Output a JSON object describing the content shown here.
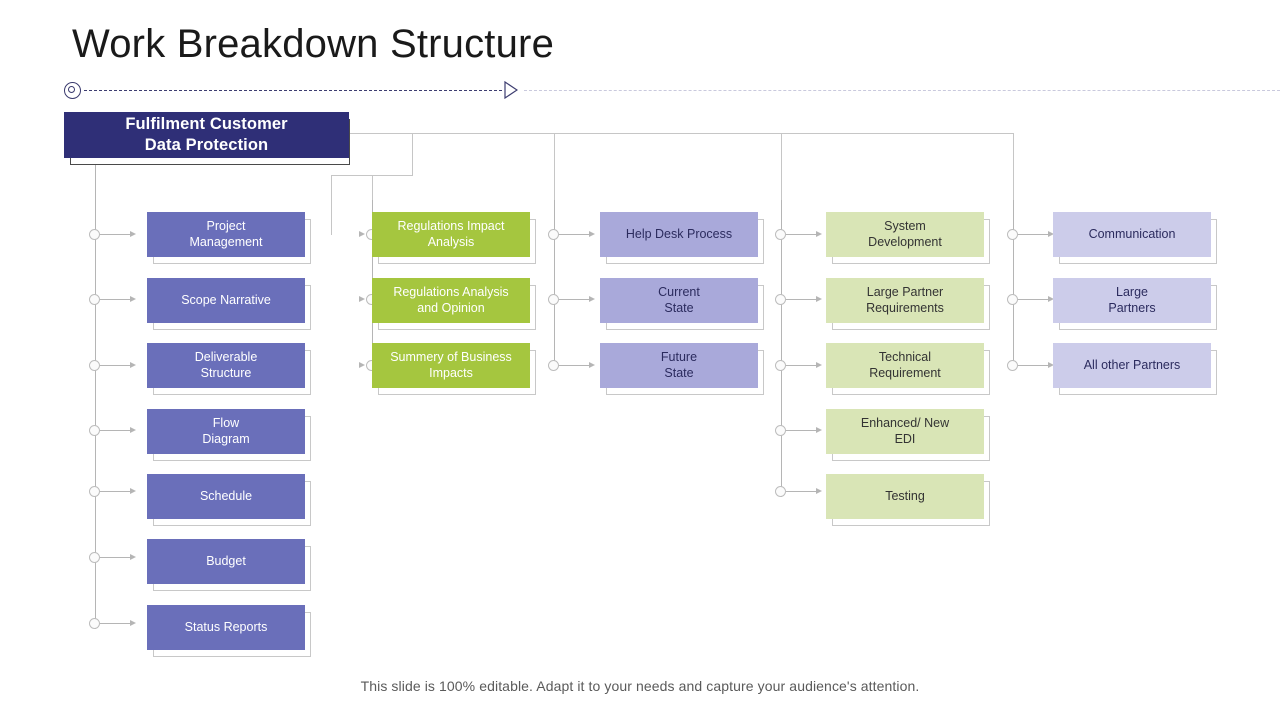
{
  "slide": {
    "title": "Work Breakdown Structure",
    "footer_note": "This slide is 100% editable. Adapt it to your needs and capture your audience's attention."
  },
  "decor": {
    "ring_icon": "double-ring-icon",
    "arrow_icon": "triangle-arrow-icon"
  },
  "colors": {
    "root": "#2f2f77",
    "indigo": "#6a6fba",
    "green": "#a5c63f",
    "lavender": "#a9a9da",
    "pale_green": "#d9e5b6",
    "pale_lavender": "#ccccea",
    "connector": "#b5b5b5",
    "title_text": "#1a1a1a",
    "footer_text": "#5a5a5a"
  },
  "root": {
    "label": "Fulfilment Customer\nData Protection",
    "line1": "Fulfilment Customer",
    "line2": "Data Protection"
  },
  "columns": [
    {
      "id": "project-management",
      "color": "indigo",
      "items": [
        {
          "line1": "Project",
          "line2": "Management"
        },
        {
          "line1": "Scope Narrative",
          "line2": ""
        },
        {
          "line1": "Deliverable",
          "line2": "Structure"
        },
        {
          "line1": "Flow",
          "line2": "Diagram"
        },
        {
          "line1": "Schedule",
          "line2": ""
        },
        {
          "line1": "Budget",
          "line2": ""
        },
        {
          "line1": "Status Reports",
          "line2": ""
        }
      ]
    },
    {
      "id": "regulations",
      "color": "green",
      "items": [
        {
          "line1": "Regulations Impact",
          "line2": "Analysis"
        },
        {
          "line1": "Regulations Analysis",
          "line2": "and Opinion"
        },
        {
          "line1": "Summery of Business",
          "line2": "Impacts"
        }
      ]
    },
    {
      "id": "process",
      "color": "lavender",
      "items": [
        {
          "line1": "Help Desk Process",
          "line2": ""
        },
        {
          "line1": "Current",
          "line2": "State"
        },
        {
          "line1": "Future",
          "line2": "State"
        }
      ]
    },
    {
      "id": "development",
      "color": "pale_green",
      "items": [
        {
          "line1": "System",
          "line2": "Development"
        },
        {
          "line1": "Large Partner",
          "line2": "Requirements"
        },
        {
          "line1": "Technical",
          "line2": "Requirement"
        },
        {
          "line1": "Enhanced/ New",
          "line2": "EDI"
        },
        {
          "line1": "Testing",
          "line2": ""
        }
      ]
    },
    {
      "id": "partners",
      "color": "pale_lavender",
      "items": [
        {
          "line1": "Communication",
          "line2": ""
        },
        {
          "line1": "Large",
          "line2": "Partners"
        },
        {
          "line1": "All other Partners",
          "line2": ""
        }
      ]
    }
  ]
}
